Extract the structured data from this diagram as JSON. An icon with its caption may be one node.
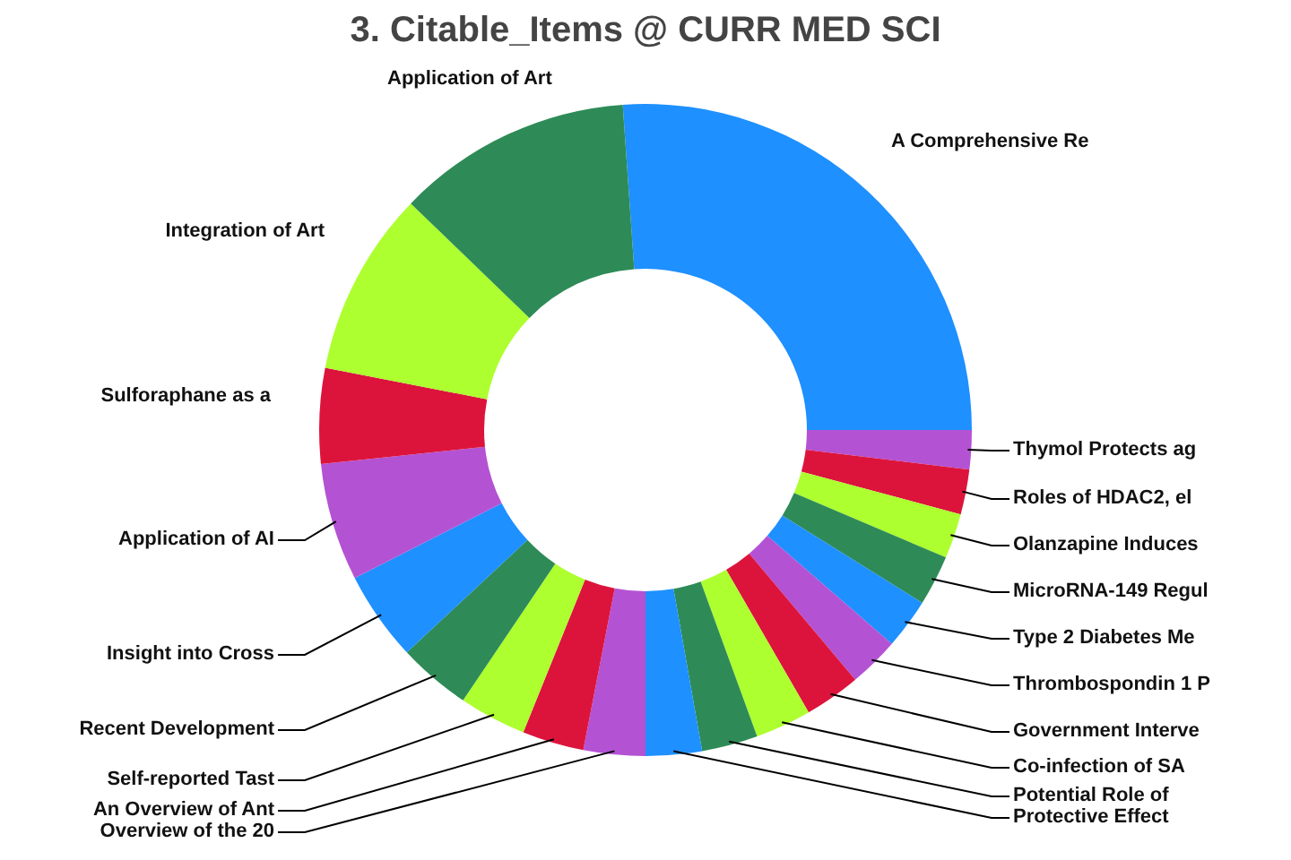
{
  "diagram": {
    "title": "3. Citable_Items @ CURR MED SCI",
    "nodes": [
      {
        "text": [
          "Thymol Protects ag"
        ]
      },
      {
        "text": [
          "Roles of HDAC2, el"
        ]
      },
      {
        "text": [
          "Olanzapine Induces"
        ]
      },
      {
        "text": [
          "MicroRNA-149 Regul"
        ]
      },
      {
        "text": [
          "Type 2 Diabetes Me"
        ]
      },
      {
        "text": [
          "Thrombospondin 1 P"
        ]
      },
      {
        "text": [
          "Government Interve"
        ]
      },
      {
        "text": [
          "Co-infection of SA"
        ]
      },
      {
        "text": [
          "Potential Role of"
        ]
      },
      {
        "text": [
          "Protective Effect"
        ]
      },
      {
        "text": [
          "Overview of the 20"
        ]
      },
      {
        "text": [
          "An Overview of Ant"
        ]
      },
      {
        "text": [
          "Self-reported Tast"
        ]
      },
      {
        "text": [
          "Recent Development"
        ]
      },
      {
        "text": [
          "Insight into Cross"
        ]
      },
      {
        "text": [
          "Application of AI"
        ]
      }
    ],
    "edges": [
      {
        "from": 0,
        "to": null,
        "arrow": "none"
      },
      {
        "from": 1,
        "to": null,
        "arrow": "none"
      },
      {
        "from": 2,
        "to": null,
        "arrow": "none"
      },
      {
        "from": 3,
        "to": null,
        "arrow": "none"
      },
      {
        "from": 4,
        "to": null,
        "arrow": "none"
      },
      {
        "from": 5,
        "to": null,
        "arrow": "none"
      },
      {
        "from": 6,
        "to": null,
        "arrow": "none"
      },
      {
        "from": 7,
        "to": null,
        "arrow": "none"
      },
      {
        "from": 8,
        "to": null,
        "arrow": "none"
      },
      {
        "from": 9,
        "to": null,
        "arrow": "none"
      },
      {
        "from": 10,
        "to": null,
        "arrow": "none"
      },
      {
        "from": 11,
        "to": null,
        "arrow": "none"
      },
      {
        "from": 12,
        "to": null,
        "arrow": "none"
      },
      {
        "from": 13,
        "to": null,
        "arrow": "none"
      },
      {
        "from": 14,
        "to": null,
        "arrow": "none"
      },
      {
        "from": 15,
        "to": null,
        "arrow": "none"
      }
    ],
    "labels": [
      "Application of Art",
      "A Comprehensive Re",
      "Integration of Art",
      "Sulforaphane as a"
    ]
  }
}
